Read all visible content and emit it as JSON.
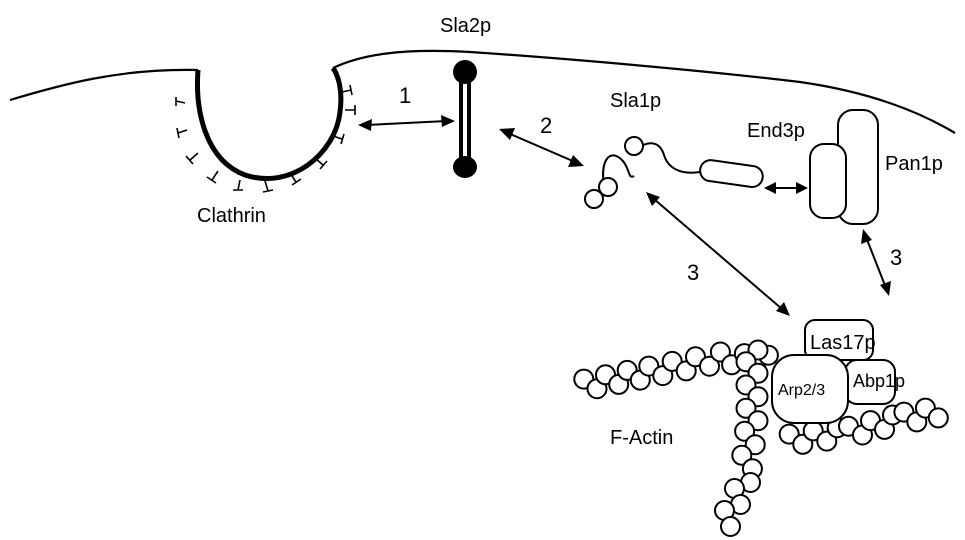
{
  "labels": {
    "sla2p": "Sla2p",
    "sla1p": "Sla1p",
    "end3p": "End3p",
    "pan1p": "Pan1p",
    "clathrin": "Clathrin",
    "las17p": "Las17p",
    "arp23": "Arp2/3",
    "abp1p": "Abp1p",
    "factin": "F-Actin"
  },
  "interactions": {
    "one": "1",
    "two": "2",
    "three_left": "3",
    "three_right": "3"
  },
  "colors": {
    "line": "#000000",
    "fill": "#ffffff"
  }
}
